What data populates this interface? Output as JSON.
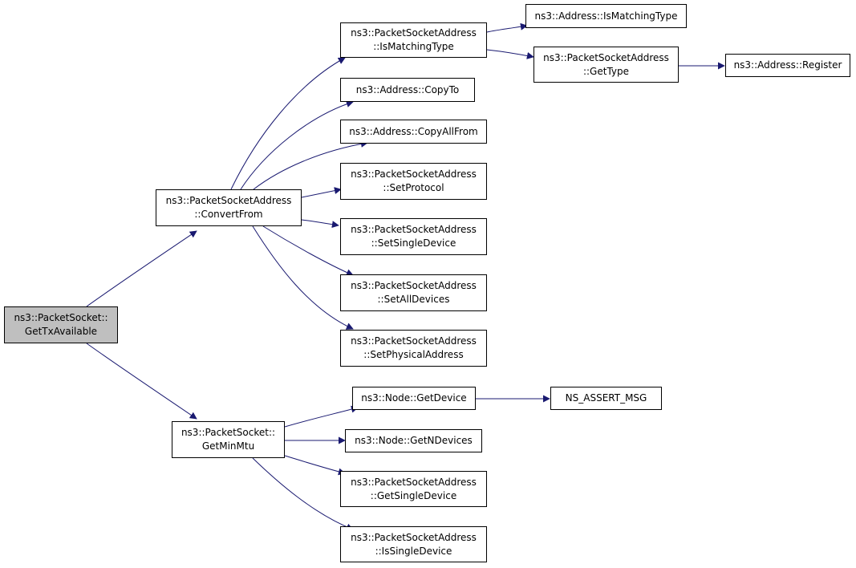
{
  "colors": {
    "edge": "#191970",
    "border": "#000000",
    "root_fill": "#bfbfbf",
    "node_fill": "#ffffff"
  },
  "nodes": [
    {
      "id": "gettxavailable",
      "lines": [
        "ns3::PacketSocket::",
        "GetTxAvailable"
      ],
      "root": true
    },
    {
      "id": "convertfrom",
      "lines": [
        "ns3::PacketSocketAddress",
        "::ConvertFrom"
      ]
    },
    {
      "id": "getminmtu",
      "lines": [
        "ns3::PacketSocket::",
        "GetMinMtu"
      ]
    },
    {
      "id": "psa-ismatchingtype",
      "lines": [
        "ns3::PacketSocketAddress",
        "::IsMatchingType"
      ]
    },
    {
      "id": "address-copyto",
      "lines": [
        "ns3::Address::CopyTo"
      ]
    },
    {
      "id": "address-copyallfrom",
      "lines": [
        "ns3::Address::CopyAllFrom"
      ]
    },
    {
      "id": "setprotocol",
      "lines": [
        "ns3::PacketSocketAddress",
        "::SetProtocol"
      ]
    },
    {
      "id": "setsingledevice",
      "lines": [
        "ns3::PacketSocketAddress",
        "::SetSingleDevice"
      ]
    },
    {
      "id": "setalldevices",
      "lines": [
        "ns3::PacketSocketAddress",
        "::SetAllDevices"
      ]
    },
    {
      "id": "setphysicaladdress",
      "lines": [
        "ns3::PacketSocketAddress",
        "::SetPhysicalAddress"
      ]
    },
    {
      "id": "address-ismatchingtype",
      "lines": [
        "ns3::Address::IsMatchingType"
      ]
    },
    {
      "id": "psa-gettype",
      "lines": [
        "ns3::PacketSocketAddress",
        "::GetType"
      ]
    },
    {
      "id": "address-register",
      "lines": [
        "ns3::Address::Register"
      ]
    },
    {
      "id": "node-getdevice",
      "lines": [
        "ns3::Node::GetDevice"
      ]
    },
    {
      "id": "ns-assert-msg",
      "lines": [
        "NS_ASSERT_MSG"
      ]
    },
    {
      "id": "node-getndevices",
      "lines": [
        "ns3::Node::GetNDevices"
      ]
    },
    {
      "id": "getsingledevice",
      "lines": [
        "ns3::PacketSocketAddress",
        "::GetSingleDevice"
      ]
    },
    {
      "id": "issingledevice",
      "lines": [
        "ns3::PacketSocketAddress",
        "::IsSingleDevice"
      ]
    }
  ],
  "edges": [
    [
      "gettxavailable",
      "convertfrom"
    ],
    [
      "gettxavailable",
      "getminmtu"
    ],
    [
      "convertfrom",
      "psa-ismatchingtype"
    ],
    [
      "convertfrom",
      "address-copyto"
    ],
    [
      "convertfrom",
      "address-copyallfrom"
    ],
    [
      "convertfrom",
      "setprotocol"
    ],
    [
      "convertfrom",
      "setsingledevice"
    ],
    [
      "convertfrom",
      "setalldevices"
    ],
    [
      "convertfrom",
      "setphysicaladdress"
    ],
    [
      "psa-ismatchingtype",
      "address-ismatchingtype"
    ],
    [
      "psa-ismatchingtype",
      "psa-gettype"
    ],
    [
      "psa-gettype",
      "address-register"
    ],
    [
      "getminmtu",
      "node-getdevice"
    ],
    [
      "getminmtu",
      "node-getndevices"
    ],
    [
      "getminmtu",
      "getsingledevice"
    ],
    [
      "getminmtu",
      "issingledevice"
    ],
    [
      "node-getdevice",
      "ns-assert-msg"
    ]
  ]
}
